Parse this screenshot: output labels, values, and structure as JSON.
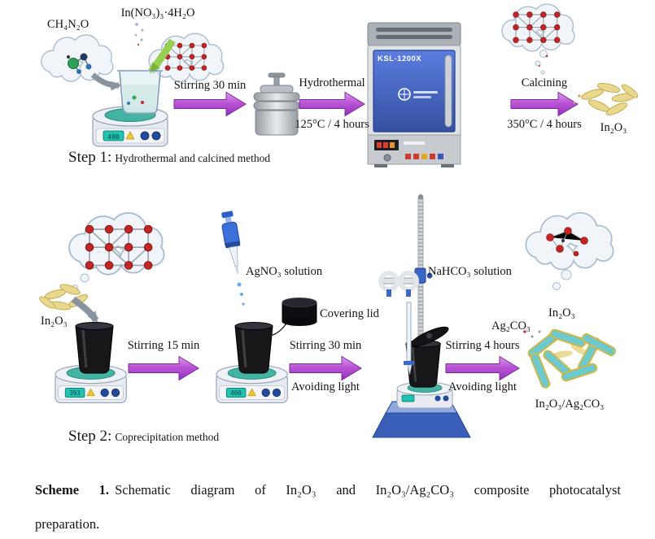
{
  "step1": {
    "urea": "CH₄N₂O",
    "indium_nitrate": "In(NO₃)₃·4H₂O",
    "stirring": "Stirring 30 min",
    "hydrothermal_line1": "Hydrothermal",
    "hydrothermal_line2": "125°C / 4 hours",
    "furnace_model": "KSL-1200X",
    "calcining_line1": "Calcining",
    "calcining_line2": "350°C / 4 hours",
    "product": "In₂O₃",
    "step_label": "Step 1:",
    "step_desc": "Hydrothermal and calcined method",
    "stirrer_display": "400"
  },
  "step2": {
    "input": "In₂O₃",
    "stirring1": "Stirring 15 min",
    "agno3": "AgNO₃ solution",
    "covering_lid": "Covering lid",
    "stirring2": "Stirring 30 min",
    "avoiding1": "Avoiding light",
    "nahco3": "NaHCO₃ solution",
    "stirring3": "Stirring 4 hours",
    "avoiding2": "Avoiding light",
    "label_ag2co3": "Ag₂CO₃",
    "label_in2o3": "In₂O₃",
    "product": "In₂O₃/Ag₂CO₃",
    "step_label": "Step 2:",
    "step_desc": "Coprecipitation method",
    "stirrer1_display": "393",
    "stirrer2_display": "400"
  },
  "caption": {
    "label": "Scheme 1.",
    "line1": "Schematic diagram of In₂O₃ and In₂O₃/Ag₂CO₃ composite photocatalyst",
    "line2": "preparation."
  },
  "colors": {
    "arrow_purple": "#b050d4",
    "cloud_stroke": "#a9bdcd",
    "crystal_red": "#c32525",
    "furnace_blue": "#4a67c8",
    "rod_teal": "#6cc9cd",
    "rod_edge_yellow": "#cdb84e",
    "product_yellow": "#e9d78e"
  }
}
